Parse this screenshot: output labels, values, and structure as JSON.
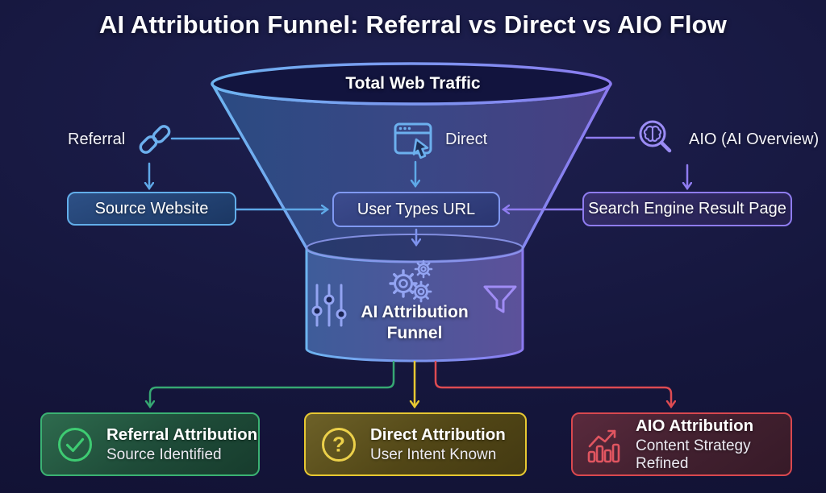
{
  "title": "AI Attribution Funnel: Referral vs Direct vs AIO Flow",
  "funnel": {
    "top_label": "Total Web Traffic",
    "neck_label": "AI Attribution Funnel",
    "neck_icons": [
      "sliders-icon",
      "gears-icon",
      "funnel-icon"
    ]
  },
  "channels": {
    "referral": {
      "label": "Referral",
      "icon": "link-icon",
      "box_label": "Source Website"
    },
    "direct": {
      "label": "Direct",
      "icon": "browser-cursor-icon",
      "box_label": "User Types URL"
    },
    "aio": {
      "label": "AIO (AI Overview)",
      "icon": "search-brain-icon",
      "box_label": "Search Engine Result Page"
    }
  },
  "outcomes": [
    {
      "icon": "check-circle-icon",
      "title": "Referral Attribution",
      "subtitle": "Source Identified",
      "accent": "#3bb273"
    },
    {
      "icon": "question-circle-icon",
      "glyph": "?",
      "title": "Direct Attribution",
      "subtitle": "User Intent Known",
      "accent": "#e7c832"
    },
    {
      "icon": "trend-bars-icon",
      "title": "AIO Attribution",
      "subtitle": "Content Strategy Refined",
      "accent": "#dd4b52"
    }
  ],
  "colors": {
    "background": "#15163c",
    "funnel_stroke_left": "#6db4f0",
    "funnel_stroke_right": "#8b7af0",
    "referral_accent": "#5fa9e8",
    "direct_accent": "#7e93ee",
    "aio_accent": "#8f7cf0",
    "outcome_green": "#3bb273",
    "outcome_yellow": "#e7c832",
    "outcome_red": "#dd4b52"
  }
}
